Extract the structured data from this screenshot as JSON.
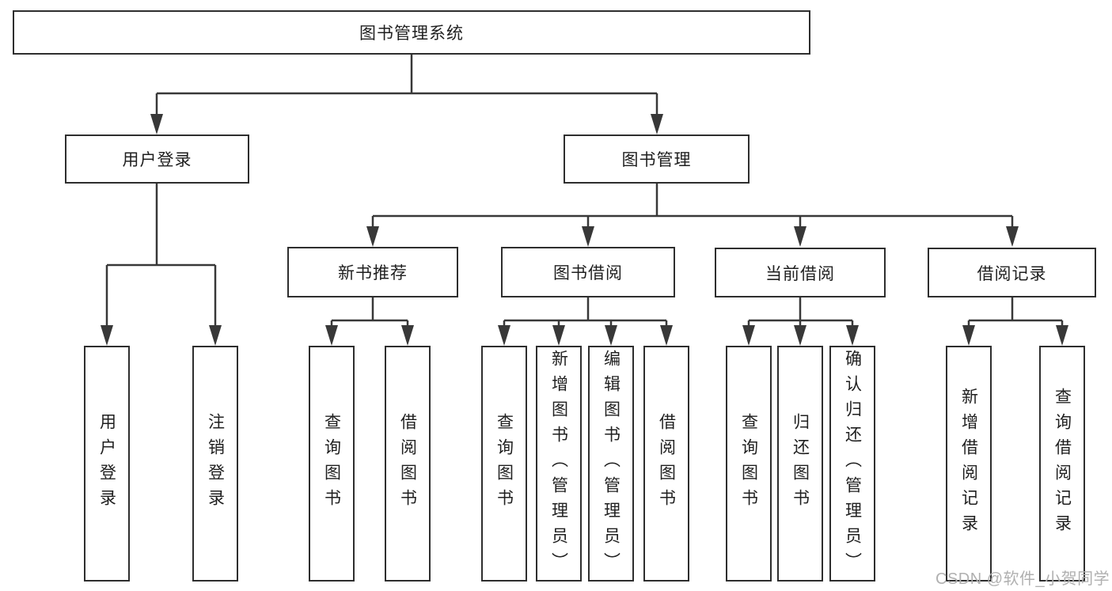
{
  "nodes": {
    "root": "图书管理系统",
    "user_login": "用户登录",
    "book_management": "图书管理",
    "new_book_recommend": "新书推荐",
    "book_borrow": "图书借阅",
    "current_borrow": "当前借阅",
    "borrow_records": "借阅记录"
  },
  "leaves": {
    "user_login": [
      "用户登录",
      "注销登录"
    ],
    "new_book_recommend": [
      "查询图书",
      "借阅图书"
    ],
    "book_borrow": [
      "查询图书",
      "新增图书（管理员）",
      "编辑图书（管理员）",
      "借阅图书"
    ],
    "current_borrow": [
      "查询图书",
      "归还图书",
      "确认归还（管理员）"
    ],
    "borrow_records": [
      "新增借阅记录",
      "查询借阅记录"
    ]
  },
  "watermark": "CSDN @软件_小贺同学",
  "colors": {
    "line": "#383838",
    "box_border": "#2e2e2e",
    "text": "#1f1f1f",
    "watermark": "#b0b0b0",
    "background": "#ffffff"
  }
}
